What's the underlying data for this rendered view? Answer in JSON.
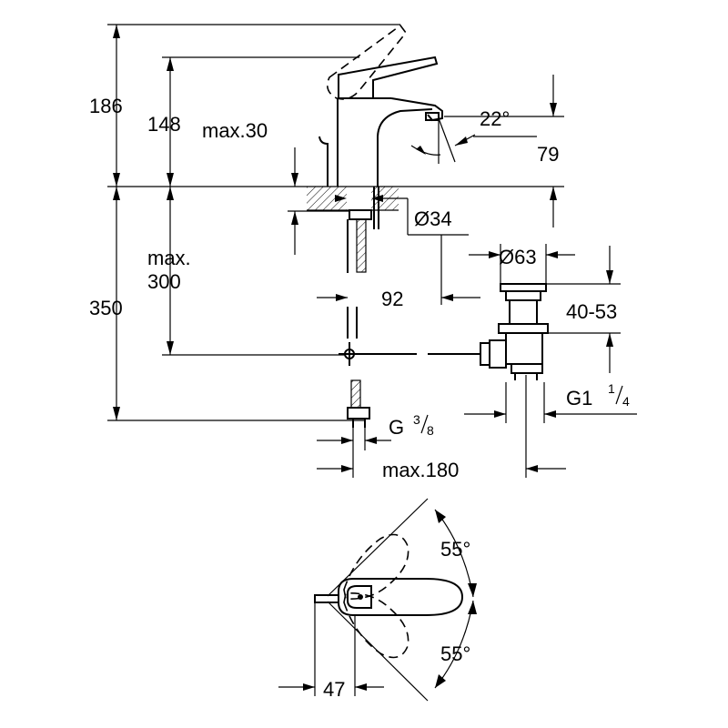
{
  "dimensions": {
    "d186": "186",
    "d148": "148",
    "max30": "max.30",
    "angle22": "22°",
    "d79": "79",
    "dia34": "Ø34",
    "max_label": "max.",
    "d300": "300",
    "d350": "350",
    "dia63": "Ø63",
    "d92": "92",
    "d4053": "40-53",
    "g1_main": "G1",
    "g1_frac_num": "1",
    "g1_frac_den": "4",
    "g38_main": "G",
    "g38_frac_num": "3",
    "g38_frac_den": "8",
    "max180": "max.180",
    "angle55_top": "55°",
    "angle55_bottom": "55°",
    "d47": "47"
  }
}
